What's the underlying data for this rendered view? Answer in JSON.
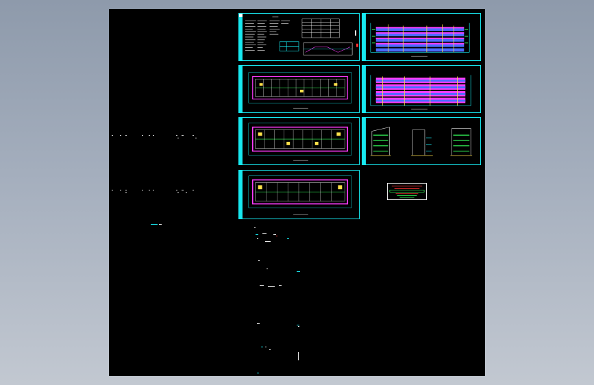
{
  "viewer": {
    "canvas_background": "#000000",
    "frame_color": "#17e8f0",
    "colors": {
      "cyan": "#17e8f0",
      "magenta": "#ff3cff",
      "yellow": "#ffe14a",
      "green": "#35ff5b",
      "red": "#ff3030",
      "white": "#e9e9e9",
      "blue": "#4a6bff"
    }
  },
  "sheets": [
    {
      "id": "notes-sheet",
      "kind": "design-notes"
    },
    {
      "id": "elevation-front",
      "kind": "elevation"
    },
    {
      "id": "plan-1",
      "kind": "floor-plan"
    },
    {
      "id": "elevation-back",
      "kind": "elevation"
    },
    {
      "id": "plan-2",
      "kind": "floor-plan"
    },
    {
      "id": "elevation-side",
      "kind": "elevation-sections"
    },
    {
      "id": "plan-3",
      "kind": "floor-plan"
    }
  ]
}
